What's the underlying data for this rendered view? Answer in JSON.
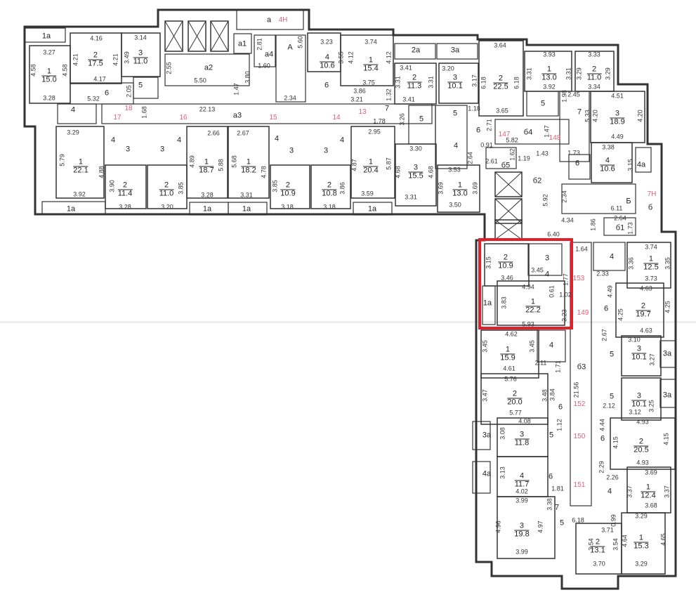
{
  "rooms": [
    {
      "no": "1",
      "area": "15.0"
    },
    {
      "no": "2",
      "area": "17.5"
    },
    {
      "no": "3",
      "area": "11.0"
    },
    {
      "no": "1",
      "area": "22.1"
    },
    {
      "no": "2",
      "area": "11.4"
    },
    {
      "no": "2",
      "area": "11.0"
    },
    {
      "no": "1",
      "area": "18.7"
    },
    {
      "no": "1",
      "area": "18.2"
    },
    {
      "no": "2",
      "area": "10.9"
    },
    {
      "no": "2",
      "area": "10.8"
    },
    {
      "no": "1",
      "area": "20.4"
    },
    {
      "no": "4",
      "area": "10.6"
    },
    {
      "no": "1",
      "area": "15.4"
    },
    {
      "no": "2",
      "area": "11.3"
    },
    {
      "no": "3",
      "area": "10.1"
    },
    {
      "no": "3",
      "area": "15.5"
    },
    {
      "no": "1",
      "area": "13.0"
    },
    {
      "no": "2",
      "area": "22.5"
    },
    {
      "no": "1",
      "area": "13.0"
    },
    {
      "no": "2",
      "area": "11.0"
    },
    {
      "no": "3",
      "area": "18.9"
    },
    {
      "no": "4",
      "area": "10.6"
    },
    {
      "no": "2",
      "area": "10.9"
    },
    {
      "no": "1",
      "area": "22.2"
    },
    {
      "no": "1",
      "area": "12.5"
    },
    {
      "no": "2",
      "area": "19.7"
    },
    {
      "no": "1",
      "area": "15.9"
    },
    {
      "no": "2",
      "area": "20.0"
    },
    {
      "no": "3",
      "area": "11.8"
    },
    {
      "no": "4",
      "area": "11.7"
    },
    {
      "no": "3",
      "area": "19.8"
    },
    {
      "no": "2",
      "area": "13.1"
    },
    {
      "no": "1",
      "area": "15.3"
    },
    {
      "no": "3",
      "area": "10.1"
    },
    {
      "no": "3",
      "area": "10.1"
    },
    {
      "no": "2",
      "area": "20.5"
    },
    {
      "no": "1",
      "area": "12.4"
    }
  ],
  "labels": [
    "1а",
    "3.27",
    "4.58",
    "4.58",
    "3.28",
    "4.16",
    "4.21",
    "4.21",
    "4.17",
    "3.14",
    "3.49",
    "6",
    "5.32",
    "2.05",
    "5",
    "4",
    "а2",
    "2.55",
    "5.50",
    "3.80",
    "1.47",
    "а",
    "а1",
    "а4",
    "2.81",
    "1.60",
    "А",
    "5.60",
    "2.34",
    "22.13",
    "а3",
    "1.68",
    "3.29",
    "5.79",
    "4.88",
    "3.92",
    "4",
    "3",
    "3.90",
    "3.28",
    "3",
    "4",
    "3.85",
    "3.20",
    "2.66",
    "4.89",
    "5.88",
    "3.28",
    "2.67",
    "5.68",
    "4.78",
    "3.31",
    "4",
    "3",
    "3.85",
    "3.18",
    "3",
    "4",
    "3.86",
    "3.18",
    "2.95",
    "4.87",
    "5.87",
    "3.59",
    "1а",
    "1а",
    "1а",
    "1а",
    "3.23",
    "3.55",
    "3.74",
    "4.12",
    "4.12",
    "3.75",
    "3.86",
    "6",
    "3.21",
    "7",
    "1.78",
    "1.32",
    "2а",
    "3а",
    "3.41",
    "3.31",
    "3.31",
    "3.41",
    "5",
    "3.26",
    "3.20",
    "3.17",
    "5",
    "4",
    "6",
    "1.18",
    "2.71",
    "0.91",
    "2.64",
    "3.30",
    "4.68",
    "4.68",
    "3.31",
    "3.53",
    "3.69",
    "3.69",
    "3.50",
    "3.64",
    "6.18",
    "6.18",
    "3.65",
    "3.93",
    "3.31",
    "3.31",
    "3.92",
    "3.33",
    "3.29",
    "3.29",
    "3.34",
    "5",
    "1.98",
    "2.45",
    "7",
    "5.33",
    "4.51",
    "4.20",
    "4.20",
    "4.49",
    "б4",
    "5.82",
    "1.47",
    "б5",
    "2.61",
    "1.62",
    "1.19",
    "1.43",
    "б2",
    "5.92",
    "6",
    "1.73",
    "3.38",
    "3.15",
    "4а",
    "Б",
    "2.34",
    "6.11",
    "б",
    "б1",
    "2.64",
    "1.73",
    "1.86",
    "4.34",
    "6.40",
    "3.15",
    "3.46",
    "3",
    "3.45",
    "4",
    "1а",
    "4.94",
    "3.83",
    "3.23",
    "0.61",
    "1.02",
    "1.77",
    "5.93",
    "1.64",
    "4",
    "2.33",
    "3.36",
    "3.74",
    "3.35",
    "3.73",
    "6",
    "4.49",
    "4.63",
    "4.25",
    "4.25",
    "4.63",
    "4.62",
    "3.45",
    "3.45",
    "4.61",
    "4",
    "2.11",
    "1.71",
    "б3",
    "21.56",
    "5.76",
    "3.47",
    "3.48",
    "5.77",
    "3.84",
    "6",
    "1.12",
    "3а",
    "4.08",
    "3.08",
    "5",
    "4а",
    "3.13",
    "4.02",
    "6",
    "1.81",
    "7",
    "3.38",
    "6.18",
    "0.99",
    "3.99",
    "4.96",
    "4.97",
    "3.99",
    "5",
    "3.71",
    "3.54",
    "3.54",
    "3.70",
    "3.29",
    "4.64",
    "4.65",
    "3.29",
    "3.10",
    "3.27",
    "5",
    "2.67",
    "3а",
    "3.12",
    "3.25",
    "5",
    "2.12",
    "3а",
    "6",
    "4.44",
    "4.93",
    "4.15",
    "4.15",
    "4.93",
    "4",
    "2.26",
    "2.29",
    "3.69",
    "3.37",
    "3.37",
    "3.68"
  ],
  "marks": [
    "4Н",
    "18",
    "17",
    "16",
    "15",
    "14",
    "13",
    "147",
    "148",
    "7Н",
    "153",
    "149",
    "152",
    "150",
    "151"
  ],
  "colors": {
    "wall": "#333333",
    "highlight": "#e0202a",
    "mark": "#e0607a"
  }
}
